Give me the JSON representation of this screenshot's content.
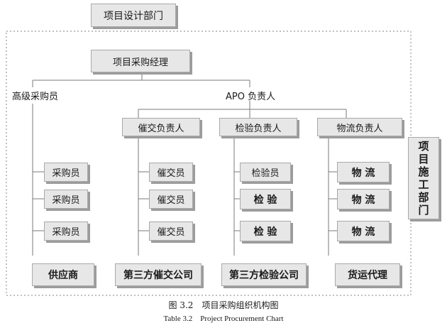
{
  "design_dept": "项目设计部门",
  "construction_dept": "项目施工部门",
  "manager": "项目采购经理",
  "senior_buyer": "高级采购员",
  "apo": "APO 负责人",
  "expedite_lead": "催交负责人",
  "inspect_lead": "检验负责人",
  "logistics_lead": "物流负责人",
  "col1": [
    "采购员",
    "采购员",
    "采购员"
  ],
  "col2": [
    "催交员",
    "催交员",
    "催交员"
  ],
  "col3": [
    "检验员",
    "检 验",
    "检 验"
  ],
  "col4": [
    "物 流",
    "物 流",
    "物 流"
  ],
  "bottom": [
    "供应商",
    "第三方催交公司",
    "第三方检验公司",
    "货运代理"
  ],
  "caption_cn": "图 3.2　项目采购组织机构图",
  "caption_en": "Table 3.2　Project Procurement Chart"
}
